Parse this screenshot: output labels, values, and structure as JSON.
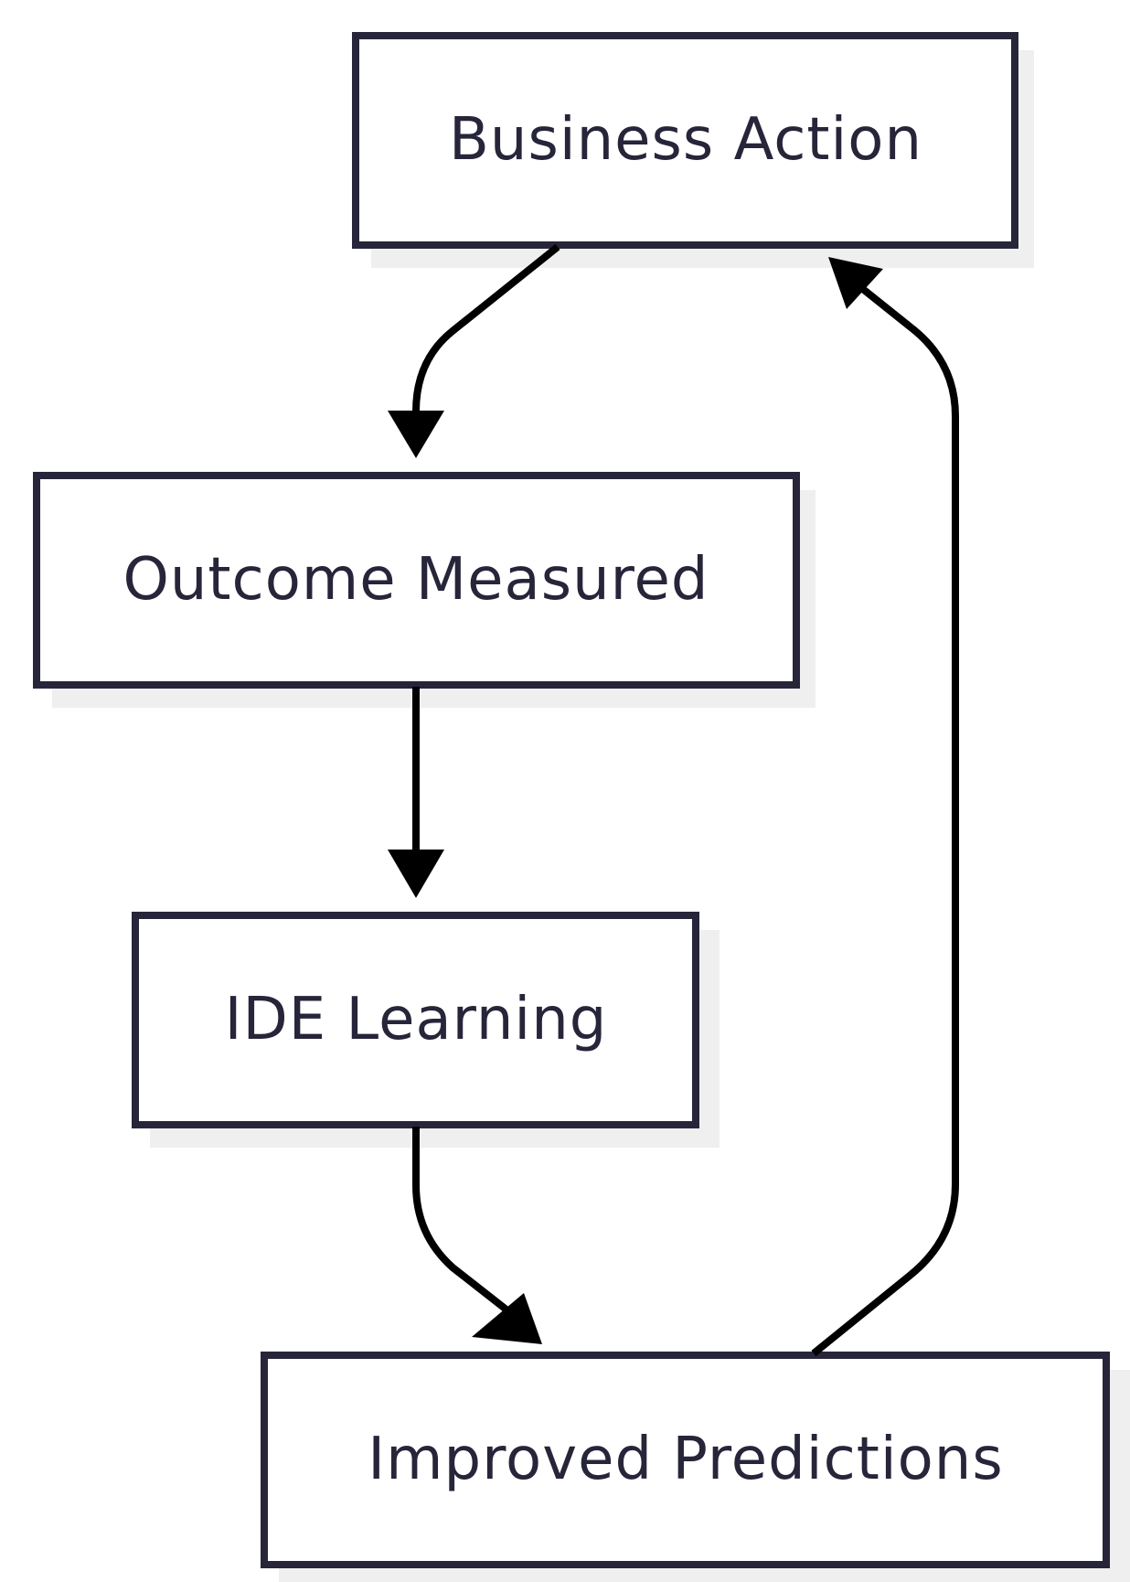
{
  "diagram": {
    "nodes": {
      "business_action": "Business Action",
      "outcome_measured": "Outcome Measured",
      "ide_learning": "IDE Learning",
      "improved_predictions": "Improved Predictions"
    },
    "colors": {
      "node_border": "#262539",
      "node_text": "#262539",
      "node_shadow": "#efefef",
      "edge": "#000000",
      "background": "#ffffff"
    }
  }
}
